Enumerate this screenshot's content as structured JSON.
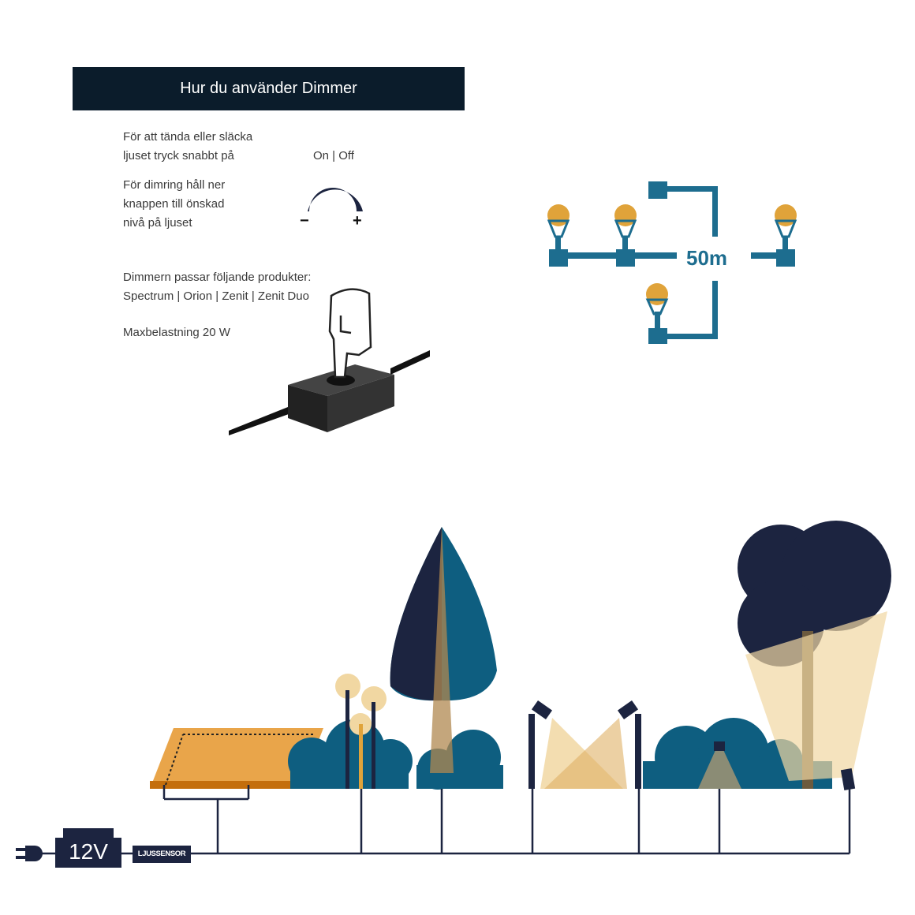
{
  "header": {
    "title": "Hur du använder Dimmer"
  },
  "instructions": {
    "onoff_text_line1": "För att tända eller släcka",
    "onoff_text_line2": "ljuset tryck snabbt på",
    "onoff_label": "On | Off",
    "dim_text_line1": "För dimring håll ner",
    "dim_text_line2": "knappen till önskad",
    "dim_text_line3": "nivå på ljuset",
    "dim_minus": "−",
    "dim_plus": "+",
    "products_title": "Dimmern passar följande produkter:",
    "products_list": "Spectrum | Orion | Zenit | Zenit Duo",
    "max_load": "Maxbelastning 20 W"
  },
  "cable_diagram": {
    "length_label": "50m"
  },
  "system": {
    "transformer_label": "12V",
    "sensor_label": "LJUSSENSOR"
  },
  "colors": {
    "navy": "#0b1c2b",
    "dark_tree": "#1c2440",
    "teal": "#0e5e80",
    "gold": "#e0a33a",
    "beam": "#f1d7a2",
    "wire_blue": "#1d6d8f"
  }
}
